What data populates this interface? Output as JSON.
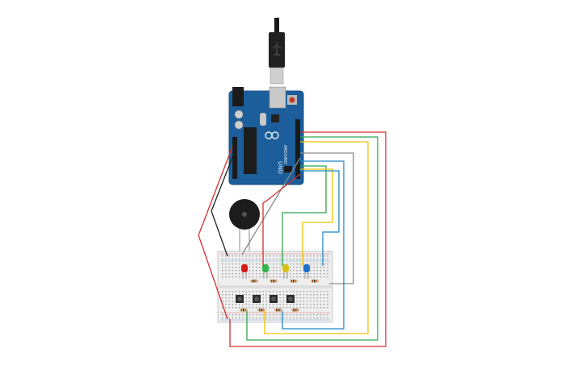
{
  "board": {
    "name_text": "UNO",
    "brand_text": "ARDUINO"
  },
  "colors": {
    "background": "#ffffff",
    "board": "#1b5e9b",
    "board_dark": "#154a7c",
    "wire_red": "#d32f2f",
    "wire_black": "#222222",
    "wire_gray": "#8a8a8a",
    "wire_yellow": "#f2c200",
    "wire_green": "#2fa84f",
    "wire_blue": "#1e88c8",
    "led_red": "#d81b1b",
    "led_green": "#2fb34a",
    "led_yellow": "#d9c21a",
    "led_blue": "#1f6fd1",
    "breadboard": "#eeeeee",
    "buzzer": "#1c1c1c"
  },
  "components": {
    "leds": [
      "red",
      "green",
      "yellow",
      "blue"
    ],
    "buttons": 4,
    "resistors": 8,
    "buzzer": 1,
    "usb_cable": 1
  },
  "icons": [
    "usb-cable-icon",
    "arduino-logo-icon",
    "buzzer-icon",
    "led-icon",
    "pushbutton-icon",
    "resistor-icon"
  ]
}
